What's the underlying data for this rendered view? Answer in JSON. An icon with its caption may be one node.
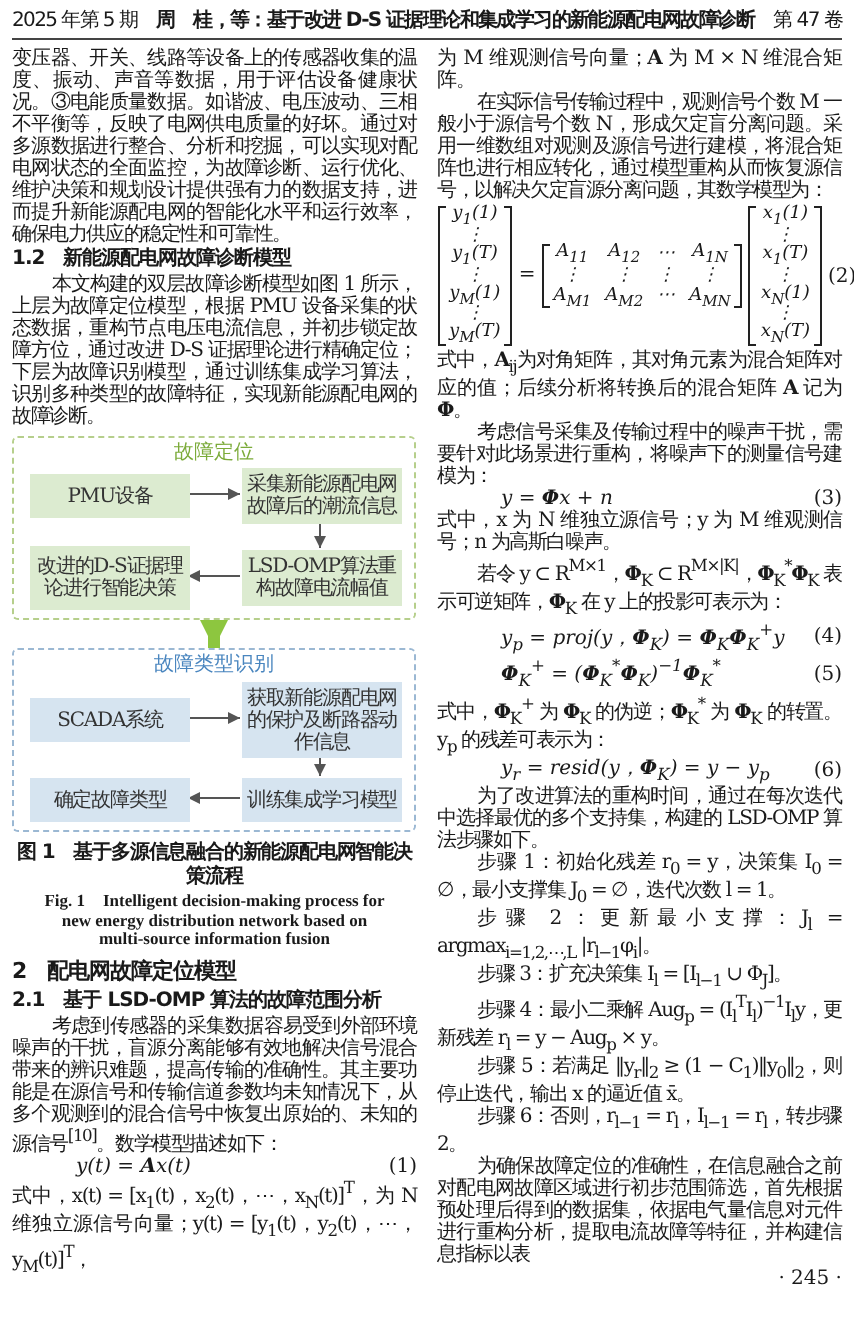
{
  "diagram": {
    "caption": "图 1　基于多源信息融合的新能源配电网智能决策流程",
    "nodes": [
      {
        "text": [
          "故障定位"
        ]
      },
      {
        "text": [
          "PMU设备"
        ],
        "in": 0
      },
      {
        "text": [
          "采集新能源配电网故障后的潮流信息"
        ],
        "in": 0
      },
      {
        "text": [
          "LSD-OMP算法重构故障电流幅值"
        ],
        "in": 0
      },
      {
        "text": [
          "改进的D-S证据理论进行智能决策"
        ],
        "in": 0
      },
      {
        "text": [
          "故障类型识别"
        ]
      },
      {
        "text": [
          "SCADA系统"
        ],
        "in": 5
      },
      {
        "text": [
          "获取新能源配电网的保护及断路器动作信息"
        ],
        "in": 5
      },
      {
        "text": [
          "训练集成学习模型"
        ],
        "in": 5
      },
      {
        "text": [
          "确定故障类型"
        ],
        "in": 5
      }
    ],
    "edges": [
      {
        "from": 1,
        "to": 2,
        "arrow": "to"
      },
      {
        "from": 2,
        "to": 3,
        "arrow": "to"
      },
      {
        "from": 3,
        "to": 4,
        "arrow": "to"
      },
      {
        "from": 0,
        "to": 5,
        "arrow": "to",
        "style": "thick",
        "color": "#8dc63f"
      },
      {
        "from": 6,
        "to": 7,
        "arrow": "to"
      },
      {
        "from": 7,
        "to": 8,
        "arrow": "to"
      },
      {
        "from": 8,
        "to": 9,
        "arrow": "to"
      }
    ],
    "labels": [
      "2025 年第 5 期",
      "周　桂，等：基于改进 D-S 证据理论和集成学习的新能源配电网故障诊断",
      "第 47 卷",
      "变压器、开关、线路等设备上的传感器收集的温度、振动、声音等数据，用于评估设备健康状况。③电能质量数据。如谐波、电压波动、三相不平衡等，反映了电网供电质量的好坏。通过对多源数据进行整合、分析和挖掘，可以实现对配电网状态的全面监控，为故障诊断、运行优化、维护决策和规划设计提供强有力的数据支持，进而提升新能源配电网的智能化水平和运行效率，确保电力供应的稳定性和可靠性。",
      "1.2　新能源配电网故障诊断模型",
      "本文构建的双层故障诊断模型如图 1 所示，上层为故障定位模型，根据 PMU 设备采集的状态数据，重构节点电压电流信息，并初步锁定故障方位，通过改进 D-S 证据理论进行精确定位；下层为故障识别模型，通过训练集成学习算法，识别多种类型的故障特征，实现新能源配电网的故障诊断。",
      "Fig. 1　Intelligent decision-making process for new energy distribution network based on multi-source information fusion",
      "2　配电网故障定位模型",
      "2.1　基于 LSD-OMP 算法的故障范围分析",
      "考虑到传感器的采集数据容易受到外部环境噪声的干扰，盲源分离能够有效地解决信号混合带来的辨识难题，提高传输的准确性。其主要功能是在源信号和传输信道参数均未知情况下，从多个观测到的混合信号中恢复出原始的、未知的源信号$^{[10]}$。数学模型描述如下：",
      "y(t) = **A**x(t)",
      "(1)",
      "式中，x(t) = [x$_{1}$(t)，x$_{2}$(t)，⋯，x$_{N}$(t)]$^{T}$，为 N 维独立源信号向量；y(t) = [y$_{1}$(t)，y$_{2}$(t)，⋯，y$_{M}$(t)]$^{T}$，",
      "为 M 维观测信号向量；**A** 为 M × N 维混合矩阵。",
      "在实际信号传输过程中，观测信号个数 M 一般小于源信号个数 N，形成欠定盲分离问题。采用一维数组对观测及源信号进行建模，将混合矩阵也进行相应转化，通过模型重构从而恢复源信号，以解决欠定盲源分离问题，其数学模型为：",
      "y$_{1}$(1)",
      "⋮",
      "y$_{1}$(T)",
      "⋮",
      "y$_{M}$(1)",
      "⋮",
      "y$_{M}$(T)",
      "=",
      "A$_{11}$",
      "A$_{12}$",
      "⋯",
      "A$_{1N}$",
      "⋮",
      "⋮",
      "⋮",
      "⋮",
      "A$_{M1}$",
      "A$_{M2}$",
      "⋯",
      "A$_{MN}$",
      "x$_{1}$(1)",
      "⋮",
      "x$_{1}$(T)",
      "⋮",
      "x$_{N}$(1)",
      "⋮",
      "x$_{N}$(T)",
      "(2)",
      "式中，**A**$_{ij}$为对角矩阵，其对角元素为混合矩阵对应的值；后续分析将转换后的混合矩阵 **A** 记为 **Φ**。",
      "考虑信号采集及传输过程中的噪声干扰，需要针对此场景进行重构，将噪声下的测量信号建模为：",
      "y = **Φ**x + n",
      "(3)",
      "式中，x 为 N 维独立源信号；y 为 M 维观测信号；n 为高斯白噪声。",
      "若令 y ⊂ R$^{M×1}$，**Φ**$_{K}$ ⊂ R$^{M×|K|}$，**Φ**$_{K}$$^{*}$**Φ**$_{K}$ 表示可逆矩阵，**Φ**$_{K}$ 在 y 上的投影可表示为：",
      "y$_{p}$ = proj(y，**Φ**$_{K}$) = **Φ**$_{K}$**Φ**$_{K}$$^{+}$y",
      "(4)",
      "**Φ**$_{K}$$^{+}$ = (**Φ**$_{K}$$^{*}$**Φ**$_{K}$)$^{−1}$**Φ**$_{K}$$^{*}$",
      "(5)",
      "式中，**Φ**$_{K}$$^{+}$ 为 **Φ**$_{K}$ 的伪逆；**Φ**$_{K}$$^{*}$ 为 **Φ**$_{K}$ 的转置。y$_{p}$ 的残差可表示为：",
      "y$_{r}$ = resid(y，**Φ**$_{K}$) = y − y$_{p}$",
      "(6)",
      "为了改进算法的重构时间，通过在每次迭代中选择最优的多个支持集，构建的 LSD-OMP 算法步骤如下。",
      "步骤 1：初始化残差 r$_{0}$ = y，决策集 I$_{0}$ = ∅，最小支撑集 J$_{0}$ = ∅，迭代次数 l = 1。",
      "步骤 2：更新最小支撑：J$_{l}$ = argmax$_{i=1,2,⋯,L}$ |r$_{l−1}$φ$_{i}$|。",
      "步骤 3：扩充决策集 I$_{l}$ = [I$_{l−1}$ ∪ Φ$_{J}$]。",
      "步骤 4：最小二乘解 Aug$_{p}$ = (I$_{l}$$^{T}$I$_{l}$)$^{−1}$I$_{l}$y，更新残差 r$_{l}$ = y − Aug$_{p}$ × y。",
      "步骤 5：若满足 ‖y$_{r}$‖$_{2}$ ≥ (1 − C$_{1}$)‖y$_{0}$‖$_{2}$，则停止迭代，输出 x 的逼近值 x̄。",
      "步骤 6：否则，r$_{l−1}$ = r$_{l}$，I$_{l−1}$ = r$_{l}$，转步骤 2。",
      "为确保故障定位的准确性，在信息融合之前对配电网故障区域进行初步范围筛选，首先根据预处理后得到的数据集，依据电气量信息对元件进行重构分析，提取电流故障等特征，并构建信息指标以表",
      "· 245 ·"
    ]
  }
}
